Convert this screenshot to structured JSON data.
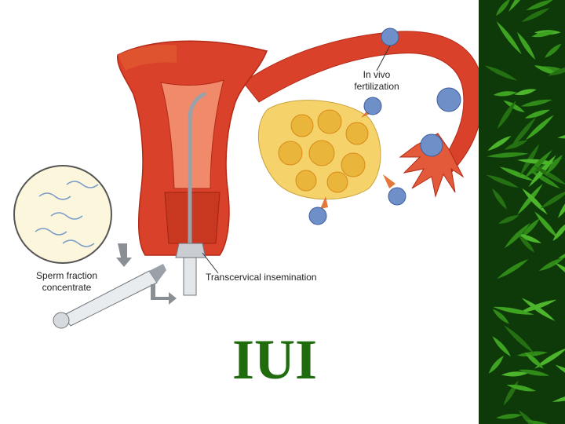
{
  "slide": {
    "title": "IUI",
    "title_color": "#1f6b0e",
    "accent_leaf": "#2f8a18"
  },
  "diagram": {
    "labels": {
      "in_vivo": "In vivo\nfertilization",
      "sperm_fraction": "Sperm fraction\nconcentrate",
      "transcervical": "Transcervical insemination"
    },
    "colors": {
      "uterus": "#d9412a",
      "uterus_light": "#f08a6a",
      "ovary": "#f5d36a",
      "ovary_core": "#e9b53a",
      "egg": "#6f8fc9",
      "arrow_orange": "#e5763a",
      "arrow_gray": "#8a8f96"
    }
  }
}
